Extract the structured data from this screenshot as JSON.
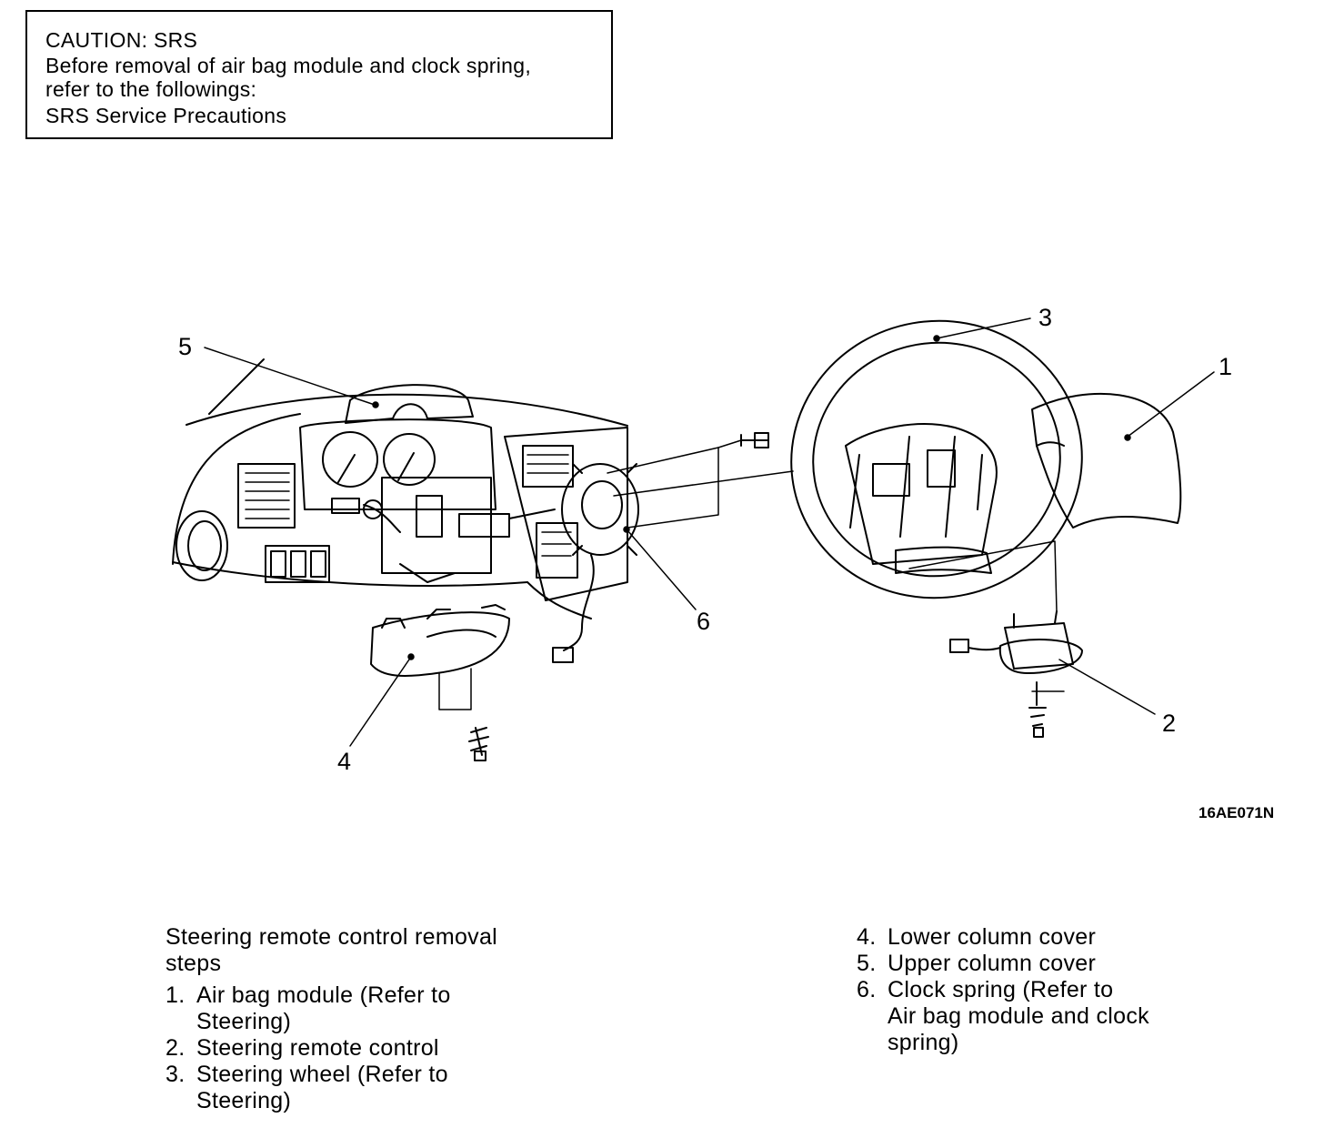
{
  "caution": {
    "line1": "CAUTION: SRS",
    "line2": "Before removal of air bag module and clock spring,",
    "line3": "refer to the followings:",
    "line4": "SRS Service Precautions"
  },
  "callouts": [
    "1",
    "2",
    "3",
    "4",
    "5",
    "6"
  ],
  "figure_id": "16AE071N",
  "procedure": {
    "title_line1": "Steering  remote  control  removal",
    "title_line2": "steps",
    "steps": [
      {
        "num": "1.",
        "text1": "Air  bag  module  (Refer  to",
        "text2": "Steering)"
      },
      {
        "num": "2.",
        "text1": "Steering  remote  control",
        "text2": ""
      },
      {
        "num": "3.",
        "text1": "Steering  wheel  (Refer  to",
        "text2": "Steering)"
      },
      {
        "num": "4.",
        "text1": "Lower  column  cover",
        "text2": ""
      },
      {
        "num": "5.",
        "text1": "Upper  column  cover",
        "text2": ""
      },
      {
        "num": "6.",
        "text1": "Clock  spring  (Refer  to",
        "text2": "Air  bag  module  and  clock",
        "text3": "spring)"
      }
    ]
  }
}
